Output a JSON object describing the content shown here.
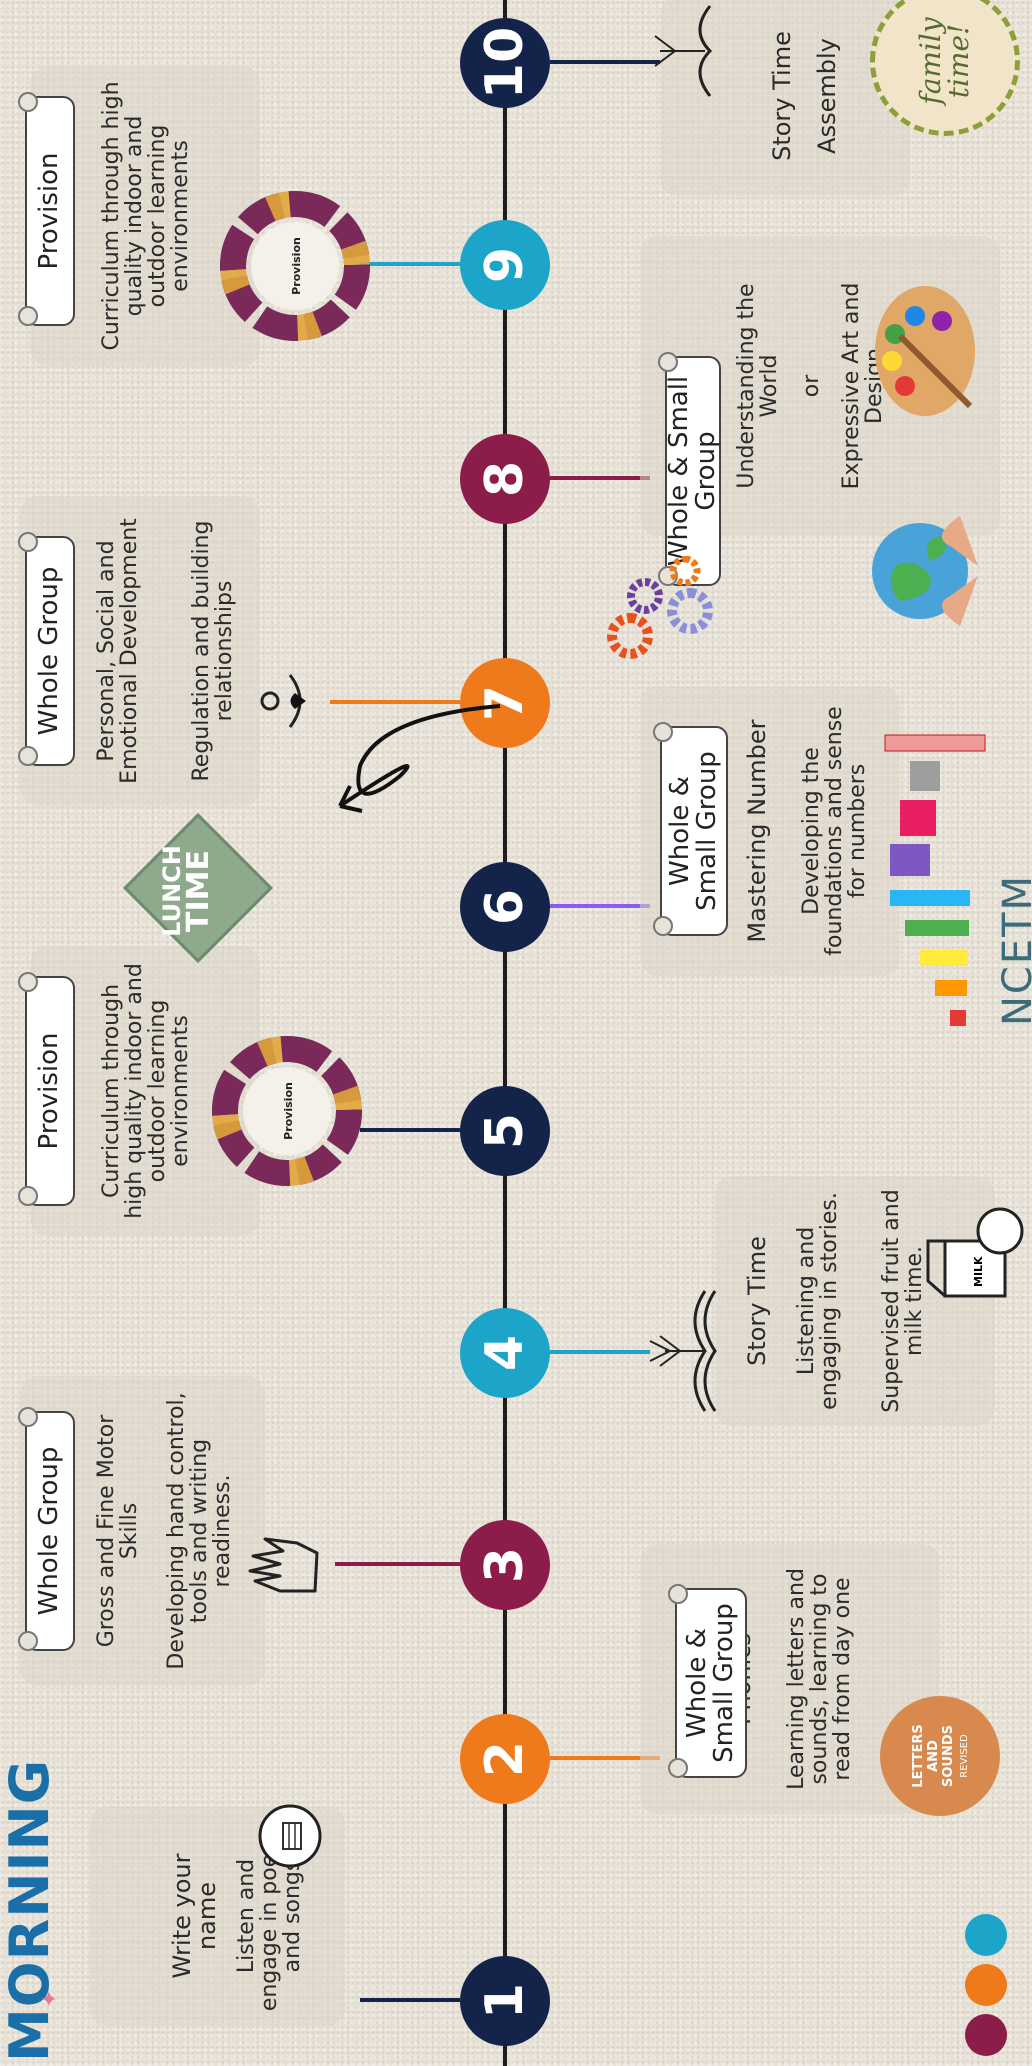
{
  "title": "MORNING",
  "colors": {
    "navy": "#13234a",
    "orange": "#ee7a1b",
    "maroon": "#8c1d4a",
    "teal": "#1da4c9",
    "lavender": "#8a5cf0"
  },
  "steps": [
    {
      "number": "1",
      "color": "#13234a"
    },
    {
      "number": "2",
      "color": "#ee7a1b"
    },
    {
      "number": "3",
      "color": "#8c1d4a"
    },
    {
      "number": "4",
      "color": "#1da4c9"
    },
    {
      "number": "5",
      "color": "#13234a"
    },
    {
      "number": "6",
      "color": "#13234a"
    },
    {
      "number": "7",
      "color": "#ee7a1b"
    },
    {
      "number": "8",
      "color": "#8c1d4a"
    },
    {
      "number": "9",
      "color": "#1da4c9"
    },
    {
      "number": "10",
      "color": "#13234a"
    }
  ],
  "step1": {
    "line1": "Write your name",
    "line2": "Listen and engage in poems and songs"
  },
  "step2": {
    "tag": "Whole & Small Group",
    "subject": "Phonics",
    "desc": "Learning letters and sounds, learning to read from day one",
    "logo_text": "LETTERS AND SOUNDS",
    "logo_sub": "REVISED"
  },
  "step3": {
    "tag": "Whole Group",
    "subject": "Gross and Fine Motor Skills",
    "desc": "Developing hand control, tools and writing readiness."
  },
  "step4": {
    "subject": "Story Time",
    "desc1": "Listening and engaging in stories.",
    "desc2": "Supervised fruit and milk time.",
    "milk": "MILK"
  },
  "step5": {
    "tag": "Provision",
    "desc": "Curriculum through high quality indoor and outdoor learning environments",
    "wheel_label": "Provision"
  },
  "step6": {
    "tag": "Whole & Small Group",
    "subject": "Mastering Number",
    "desc": "Developing the foundations and sense for numbers",
    "ncetm": "NCETM",
    "lunch_line1": "LUNCH",
    "lunch_line2": "TIME"
  },
  "step7": {
    "tag": "Whole Group",
    "subject": "Personal, Social and Emotional Development",
    "desc": "Regulation and building relationships"
  },
  "step8": {
    "tag": "Whole & Small Group",
    "line1": "Understanding the World",
    "or": "or",
    "line2": "Expressive Art and Design"
  },
  "step9": {
    "tag": "Provision",
    "desc": "Curriculum through high quality indoor and outdoor learning environments",
    "wheel_label": "Provision"
  },
  "step10": {
    "line1": "Story Time",
    "line2": "Assembly",
    "badge_line1": "family",
    "badge_line2": "time!"
  },
  "corner_dots": [
    "#8c1d4a",
    "#ee7a1b",
    "#1da4c9"
  ]
}
